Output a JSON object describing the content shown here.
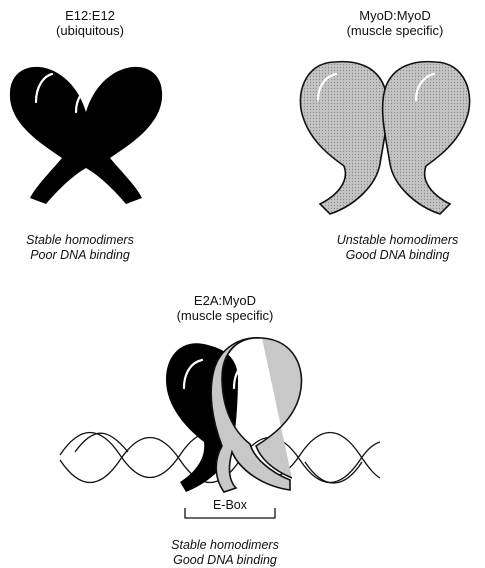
{
  "panels": {
    "e12": {
      "name": "E12:E12",
      "note": "(ubiquitous)",
      "caption_line1": "Stable homodimers",
      "caption_line2": "Poor DNA binding",
      "fill": "#000000"
    },
    "myod": {
      "name": "MyoD:MyoD",
      "note": "(muscle specific)",
      "caption_line1": "Unstable homodimers",
      "caption_line2": "Good DNA binding",
      "fill": "#bdbdbd"
    },
    "e2a": {
      "name": "E2A:MyoD",
      "note": "(muscle specific)",
      "box_label": "E-Box",
      "caption_line1": "Stable homodimers",
      "caption_line2": "Good DNA binding",
      "fill_black": "#000000",
      "fill_grey": "#c8c8c8"
    }
  }
}
